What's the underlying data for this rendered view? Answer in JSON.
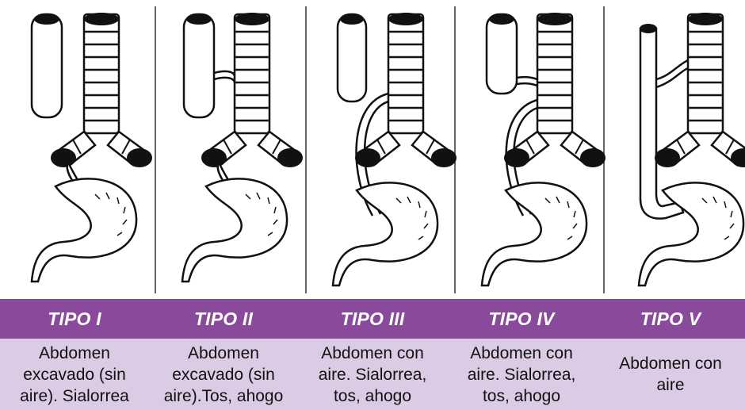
{
  "panels": [
    {
      "title": "TIPO I",
      "description": "Abdomen excavado (sin aire). Sialorrea"
    },
    {
      "title": "TIPO II",
      "description": "Abdomen excavado (sin aire).Tos, ahogo"
    },
    {
      "title": "TIPO III",
      "description": "Abdomen con aire. Sialorrea, tos, ahogo"
    },
    {
      "title": "TIPO IV",
      "description": "Abdomen con aire. Sialorrea, tos, ahogo"
    },
    {
      "title": "TIPO V",
      "description": "Abdomen con aire"
    }
  ],
  "colors": {
    "header_band": "#8a4a9c",
    "description_band": "#dccbe4",
    "ink": "#111111"
  }
}
